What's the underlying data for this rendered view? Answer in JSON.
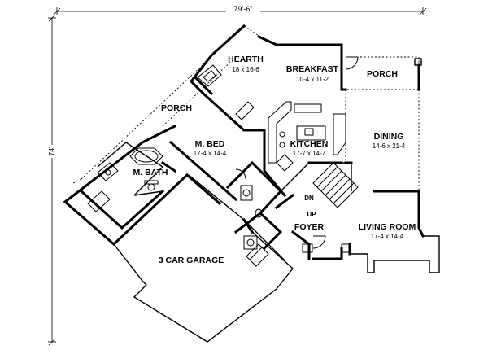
{
  "dimensions": {
    "width_label": "79'-6\"",
    "depth_label": "74'"
  },
  "rooms": {
    "hearth": {
      "name": "HEARTH",
      "size": "18 x 16-6"
    },
    "breakfast": {
      "name": "BREAKFAST",
      "size": "10-4 x 11-2"
    },
    "porch_right": {
      "name": "PORCH"
    },
    "porch_left": {
      "name": "PORCH"
    },
    "master_bed": {
      "name": "M. BED",
      "size": "17-4 x 14-4"
    },
    "kitchen": {
      "name": "KITCHEN",
      "size": "17-7 x 14-7"
    },
    "dining": {
      "name": "DINING",
      "size": "14-6 x 21-4"
    },
    "master_bath": {
      "name": "M. BATH"
    },
    "foyer": {
      "name": "FOYER"
    },
    "living_room": {
      "name": "LIVING ROOM",
      "size": "17-4 x 14-4"
    },
    "garage": {
      "name": "3 CAR GARAGE"
    }
  },
  "stairs": {
    "down": "DN",
    "up": "UP"
  }
}
